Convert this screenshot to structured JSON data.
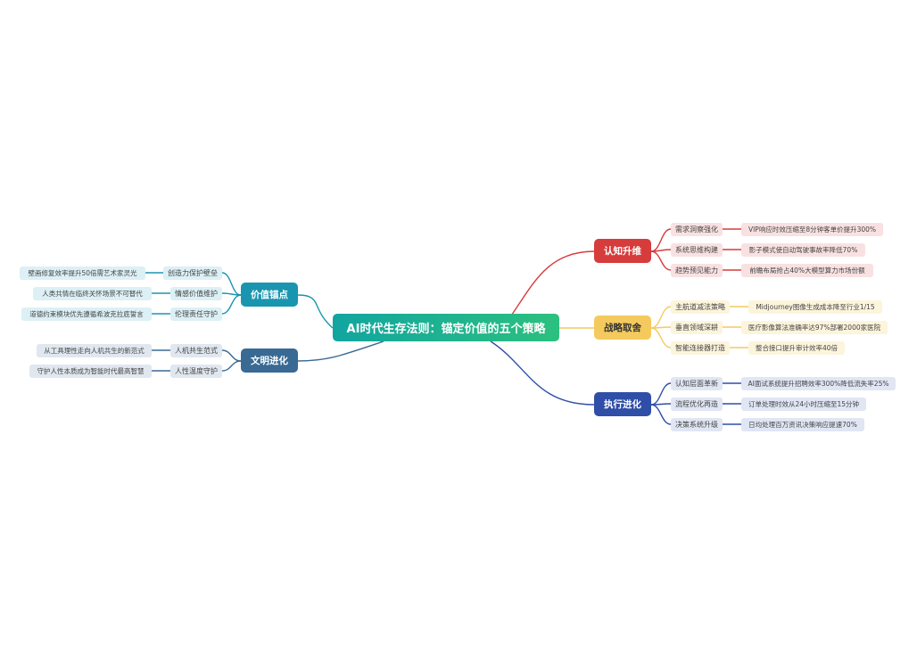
{
  "root": {
    "title": "AI时代生存法则：锚定价值的五个策略"
  },
  "colors": {
    "red": "#d63c3c",
    "yellow": "#f4ca5e",
    "blue": "#2e4ea8",
    "teal": "#1a95b0",
    "slate": "#396a94",
    "root_gradient_start": "#11a5a0",
    "root_gradient_end": "#2cc07f"
  },
  "branches": [
    {
      "label": "认知升维",
      "color": "#d63c3c",
      "items": [
        {
          "label": "需求洞察强化",
          "detail": "VIP响应时效压缩至8分钟客单价提升300%"
        },
        {
          "label": "系统思维构建",
          "detail": "影子模式使自动驾驶事故率降低70%"
        },
        {
          "label": "趋势预见能力",
          "detail": "前瞻布局抢占40%大模型算力市场份额"
        }
      ]
    },
    {
      "label": "战略取舍",
      "color": "#f4ca5e",
      "items": [
        {
          "label": "主航道减法策略",
          "detail": "Midjourney图像生成成本降至行业1/15"
        },
        {
          "label": "垂直领域深耕",
          "detail": "医疗影像算法准确率达97%部署2000家医院"
        },
        {
          "label": "智能连接器打造",
          "detail": "整合接口提升审计效率40倍"
        }
      ]
    },
    {
      "label": "执行进化",
      "color": "#2e4ea8",
      "items": [
        {
          "label": "认知层面革新",
          "detail": "AI面试系统提升招聘效率300%降低流失率25%"
        },
        {
          "label": "流程优化再造",
          "detail": "订单处理时效从24小时压缩至15分钟"
        },
        {
          "label": "决策系统升级",
          "detail": "日均处理百万资讯决策响应提速70%"
        }
      ]
    },
    {
      "label": "价值锚点",
      "color": "#1a95b0",
      "items": [
        {
          "label": "创造力保护壁垒",
          "detail": "壁画修复效率提升50倍需艺术家灵光"
        },
        {
          "label": "情感价值维护",
          "detail": "人类共情在临终关怀场景不可替代"
        },
        {
          "label": "伦理责任守护",
          "detail": "道德约束模块优先遵循希波克拉底誓言"
        }
      ]
    },
    {
      "label": "文明进化",
      "color": "#396a94",
      "items": [
        {
          "label": "人机共生范式",
          "detail": "从工具理性走向人机共生的新范式"
        },
        {
          "label": "人性温度守护",
          "detail": "守护人性本质成为智能时代最高智慧"
        }
      ]
    }
  ]
}
